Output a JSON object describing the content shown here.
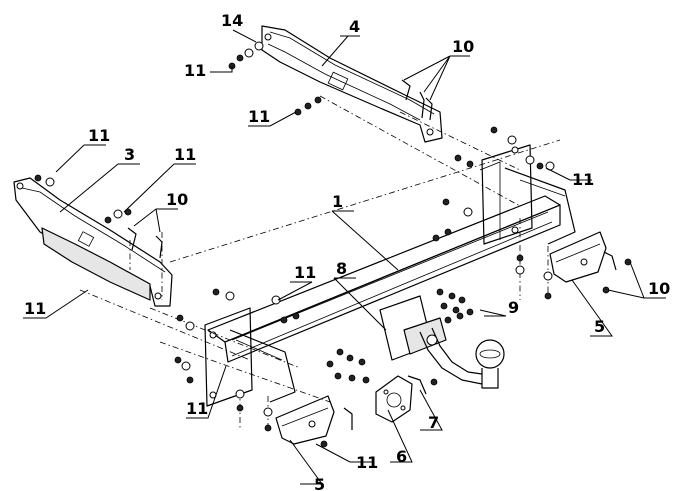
{
  "diagram": {
    "callouts": [
      {
        "id": "c14",
        "text": "14"
      },
      {
        "id": "c4",
        "text": "4"
      },
      {
        "id": "c10a",
        "text": "10"
      },
      {
        "id": "c11a",
        "text": "11"
      },
      {
        "id": "c11b",
        "text": "11"
      },
      {
        "id": "c11c",
        "text": "11"
      },
      {
        "id": "c3",
        "text": "3"
      },
      {
        "id": "c11d",
        "text": "11"
      },
      {
        "id": "c10b",
        "text": "10"
      },
      {
        "id": "c11e",
        "text": "11"
      },
      {
        "id": "c1",
        "text": "1"
      },
      {
        "id": "c11f",
        "text": "11"
      },
      {
        "id": "c8",
        "text": "8"
      },
      {
        "id": "c10c",
        "text": "10"
      },
      {
        "id": "c9",
        "text": "9"
      },
      {
        "id": "c11g",
        "text": "11"
      },
      {
        "id": "c5a",
        "text": "5"
      },
      {
        "id": "c11h",
        "text": "11"
      },
      {
        "id": "c7",
        "text": "7"
      },
      {
        "id": "c11i",
        "text": "11"
      },
      {
        "id": "c6",
        "text": "6"
      },
      {
        "id": "c5b",
        "text": "5"
      }
    ]
  }
}
